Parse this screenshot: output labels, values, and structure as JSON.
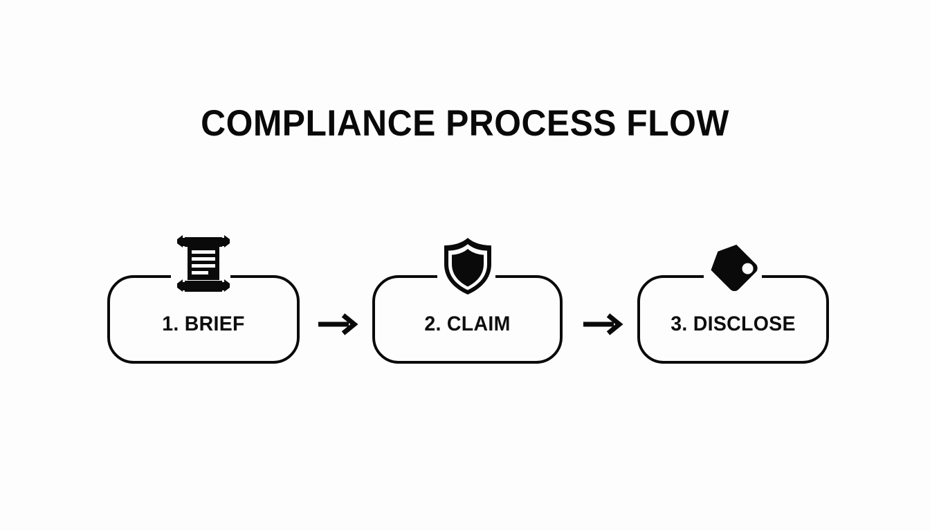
{
  "title": "COMPLIANCE PROCESS FLOW",
  "background_color": "#fdfdfd",
  "ink_color": "#0a0a0a",
  "steps": [
    {
      "label": "1. BRIEF",
      "icon": "scroll-document-icon",
      "number": "1",
      "name": "BRIEF"
    },
    {
      "label": "2. CLAIM",
      "icon": "shield-icon",
      "number": "2",
      "name": "CLAIM"
    },
    {
      "label": "3. DISCLOSE",
      "icon": "price-tag-icon",
      "number": "3",
      "name": "DISCLOSE"
    }
  ],
  "connectors": [
    {
      "label": "arrow-right",
      "from": "1. BRIEF",
      "to": "2. CLAIM"
    },
    {
      "label": "arrow-right",
      "from": "2. CLAIM",
      "to": "3. DISCLOSE"
    }
  ]
}
